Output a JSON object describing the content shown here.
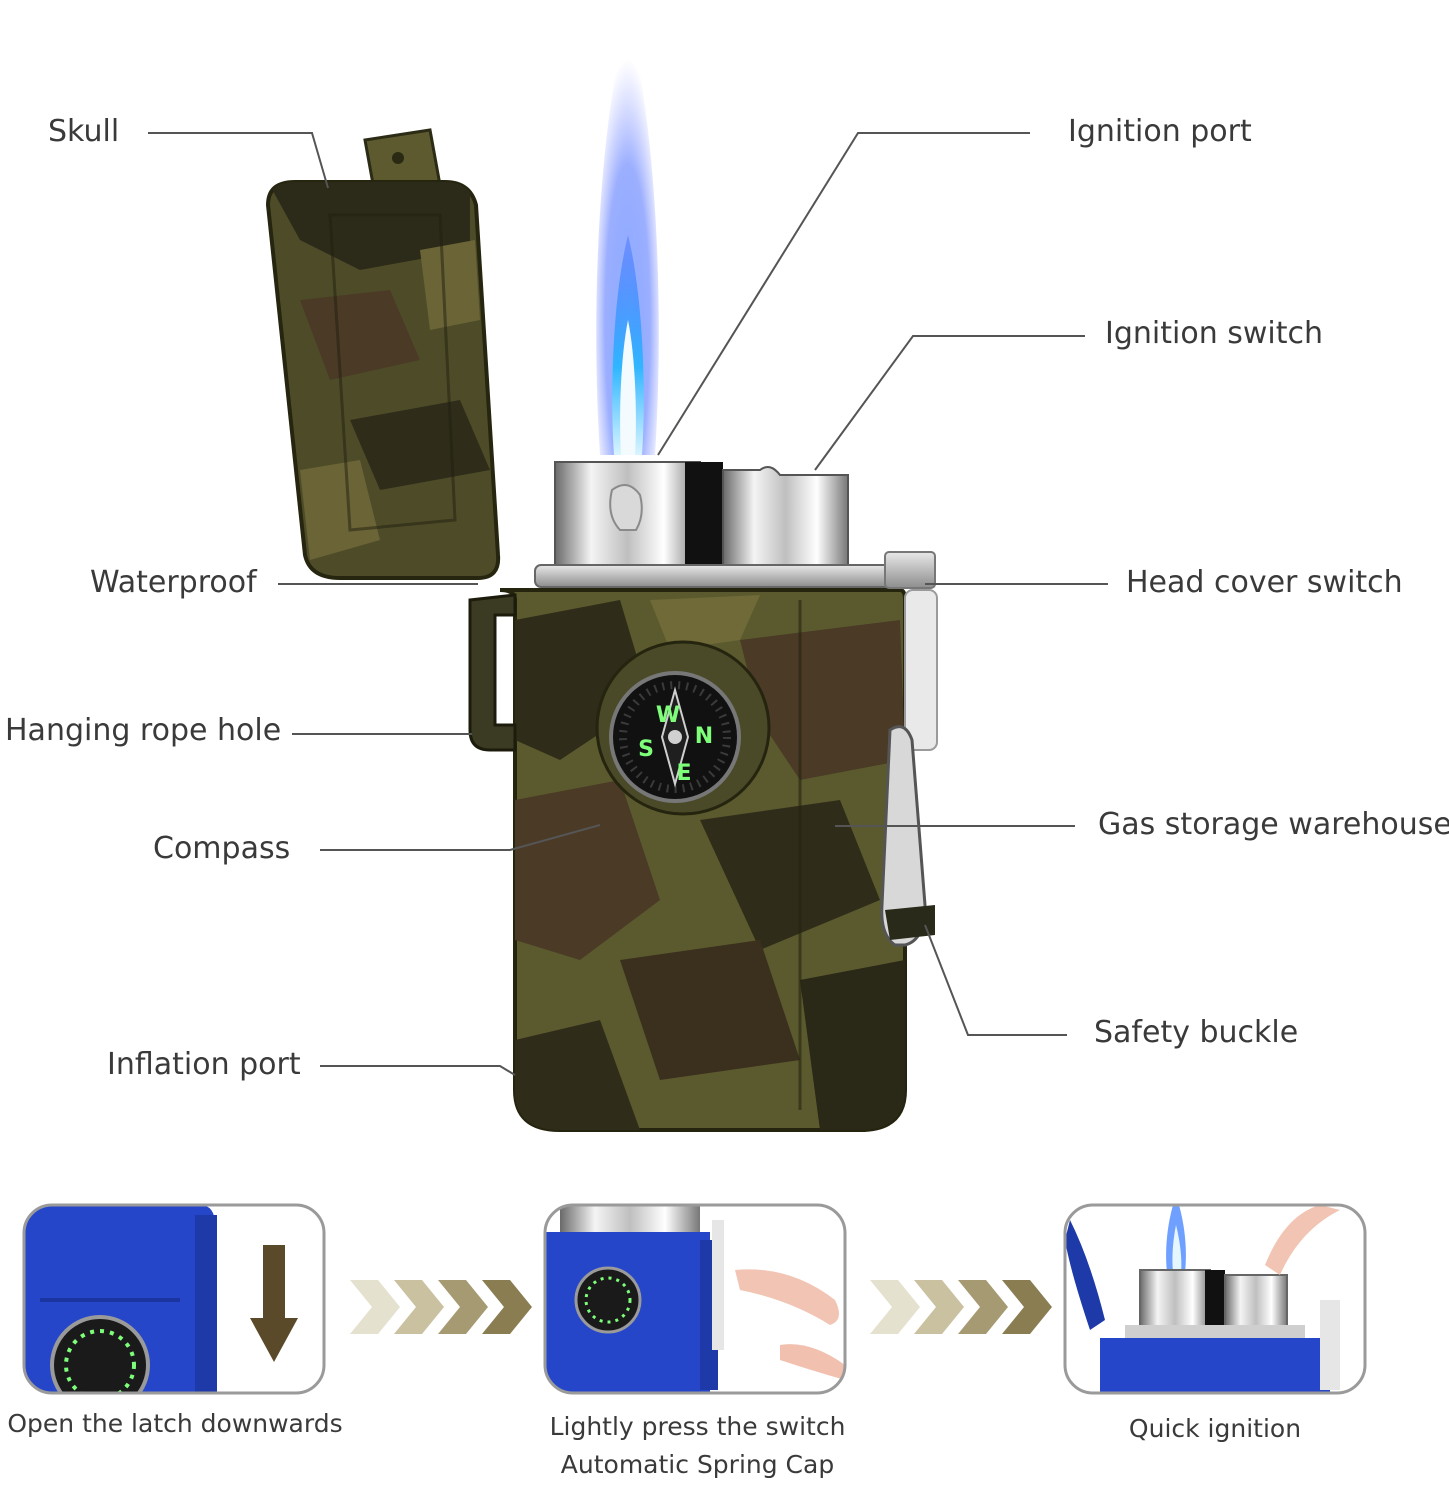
{
  "callouts": {
    "skull": "Skull",
    "ignition_port": "Ignition port",
    "ignition_switch": "Ignition switch",
    "waterproof": "Waterproof",
    "head_cover_switch": "Head cover switch",
    "hanging_rope_hole": "Hanging rope hole",
    "compass": "Compass",
    "gas_storage_warehouse": "Gas storage warehouse",
    "safety_buckle": "Safety buckle",
    "inflation_port": "Inflation port"
  },
  "compass_letters": {
    "north": "N",
    "south": "S",
    "east": "E",
    "west": "W"
  },
  "steps": [
    {
      "caption_line1": "Open the latch downwards",
      "caption_line2": ""
    },
    {
      "caption_line1": "Lightly press the switch",
      "caption_line2": "Automatic Spring Cap"
    },
    {
      "caption_line1": "Quick ignition",
      "caption_line2": ""
    }
  ],
  "colors": {
    "camo_dark": "#3b3a22",
    "camo_olive": "#5b5a2e",
    "camo_brown": "#4a3a26",
    "camo_green": "#4e5a2c",
    "flame_blue": "#4a6cff",
    "blue_body": "#2546c8",
    "arrow_brown": "#5b4a2a",
    "chevron_olive": "#8a7d52"
  }
}
